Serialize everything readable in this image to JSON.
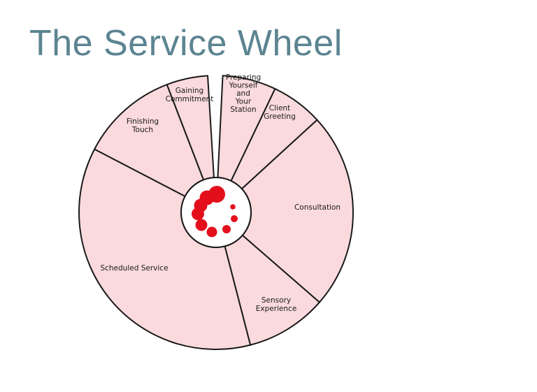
{
  "slide": {
    "title": "The Service Wheel"
  },
  "colors": {
    "title": "#5c8491",
    "segment_fill": "#fadadc",
    "outline": "#1a1a1a",
    "hub_fill": "#ffffff",
    "hub_dots": "#e3101c"
  },
  "wheel": {
    "hub_icon": "spinner-dots-icon",
    "segments": [
      {
        "id": "preparing",
        "label_lines": [
          "Preparing",
          "Yourself",
          "and",
          "Your",
          "Station"
        ]
      },
      {
        "id": "client-greeting",
        "label_lines": [
          "Client",
          "Greeting"
        ]
      },
      {
        "id": "consultation",
        "label_lines": [
          "Consultation"
        ]
      },
      {
        "id": "sensory-experience",
        "label_lines": [
          "Sensory",
          "Experience"
        ]
      },
      {
        "id": "scheduled-service",
        "label_lines": [
          "Scheduled Service"
        ]
      },
      {
        "id": "finishing-touch",
        "label_lines": [
          "Finishing",
          "Touch"
        ]
      },
      {
        "id": "gaining-commitment",
        "label_lines": [
          "Gaining",
          "Commitment"
        ]
      }
    ]
  }
}
